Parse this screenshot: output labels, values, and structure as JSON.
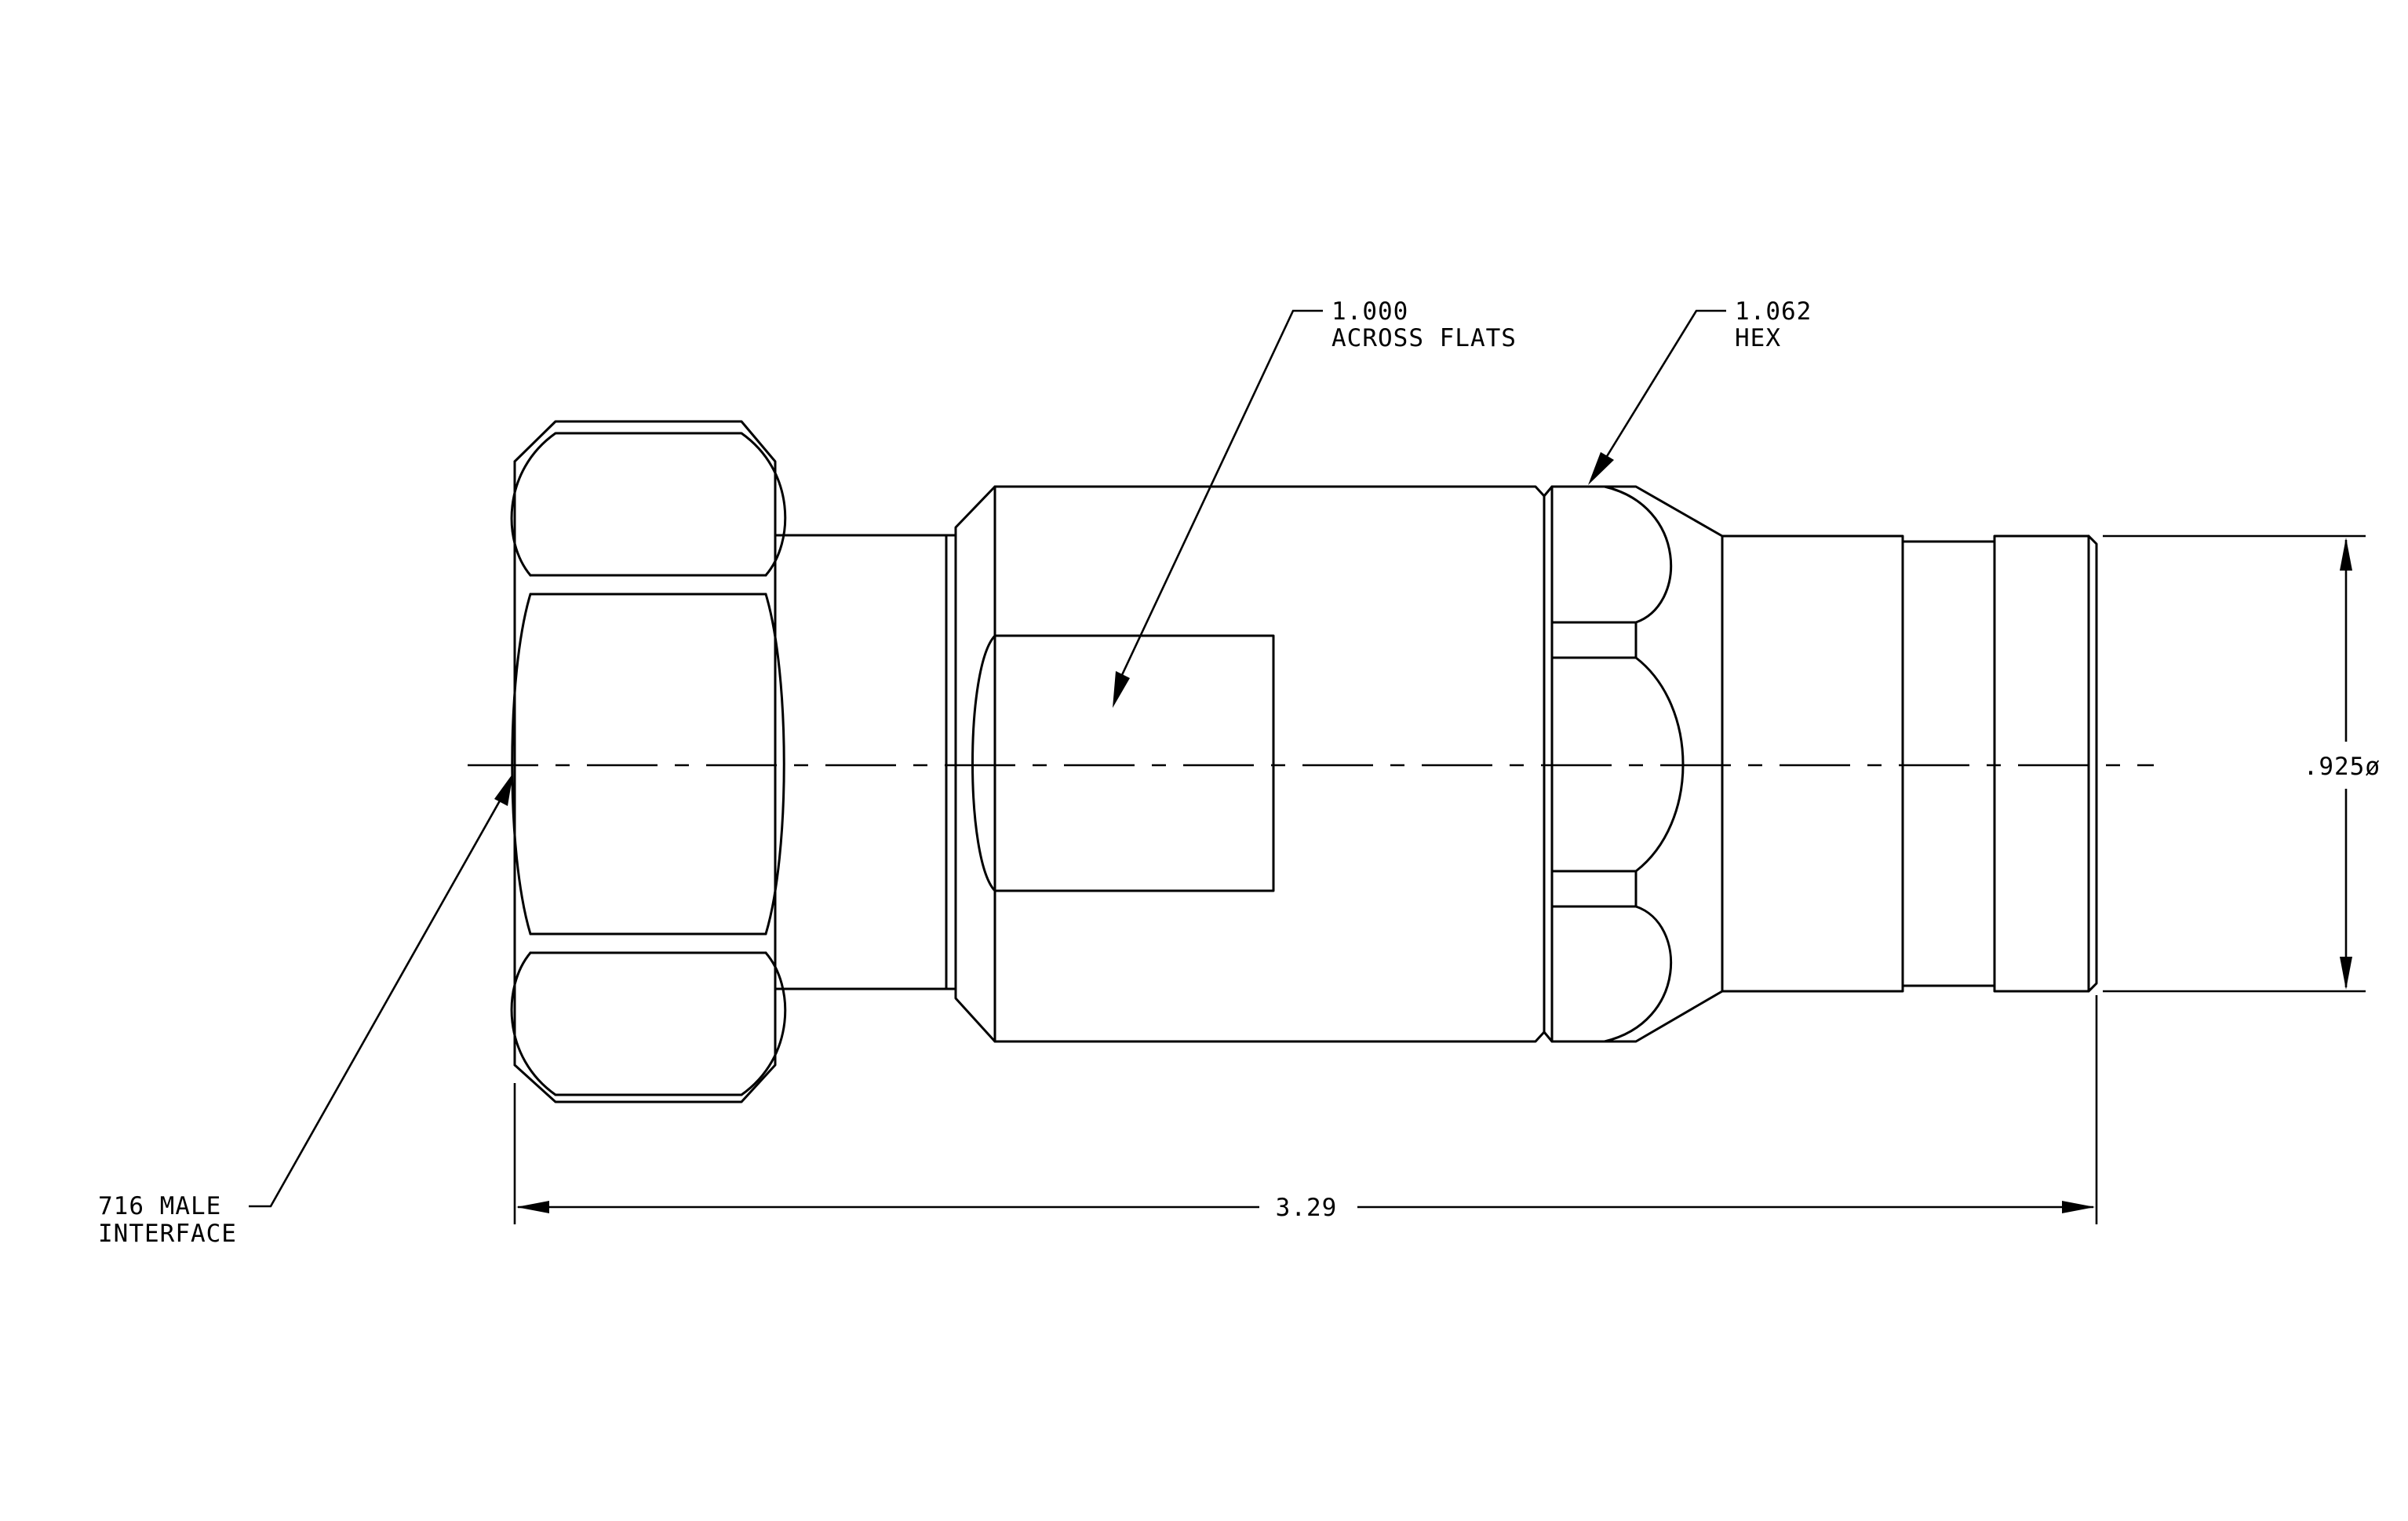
{
  "labels": {
    "across_flats_value": "1.000",
    "across_flats_text": "ACROSS FLATS",
    "hex_value": "1.062",
    "hex_text": "HEX",
    "diameter": ".925ø",
    "length": "3.29",
    "interface_line1": "716 MALE",
    "interface_line2": "INTERFACE"
  }
}
